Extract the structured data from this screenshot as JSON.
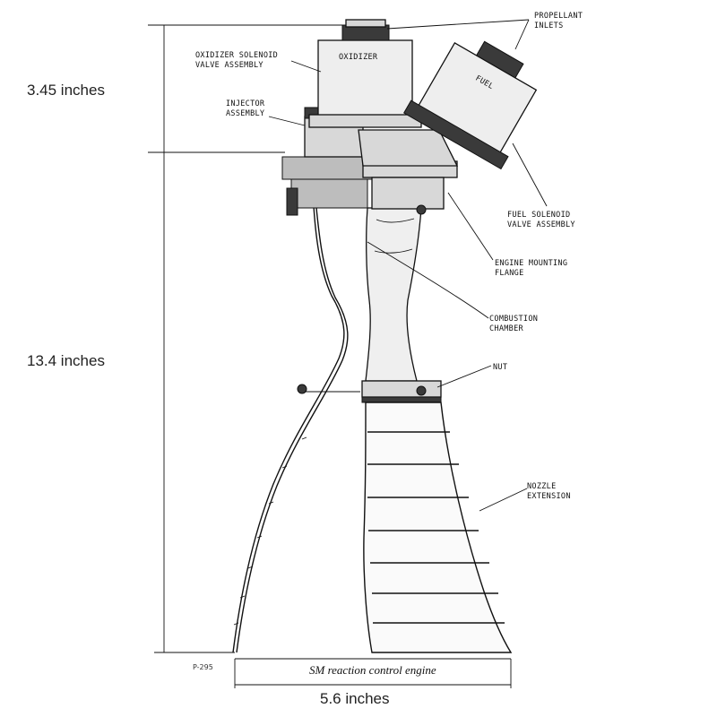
{
  "dimensions": {
    "upper_height": "3.45 inches",
    "lower_height": "13.4 inches",
    "width": "5.6 inches"
  },
  "labels": {
    "propellant_inlets": [
      "PROPELLANT",
      "INLETS"
    ],
    "oxidizer_valve": [
      "OXIDIZER SOLENOID",
      "VALVE ASSEMBLY"
    ],
    "oxidizer_body": "OXIDIZER",
    "fuel_body": "FUEL",
    "injector": [
      "INJECTOR",
      "ASSEMBLY"
    ],
    "fuel_valve": [
      "FUEL SOLENOID",
      "VALVE ASSEMBLY"
    ],
    "mounting_flange": [
      "ENGINE MOUNTING",
      "FLANGE"
    ],
    "combustion_chamber": [
      "COMBUSTION",
      "CHAMBER"
    ],
    "nut": "NUT",
    "nozzle_extension": [
      "NOZZLE",
      "EXTENSION"
    ]
  },
  "figure_ref": "P-295",
  "caption": "SM reaction control engine"
}
